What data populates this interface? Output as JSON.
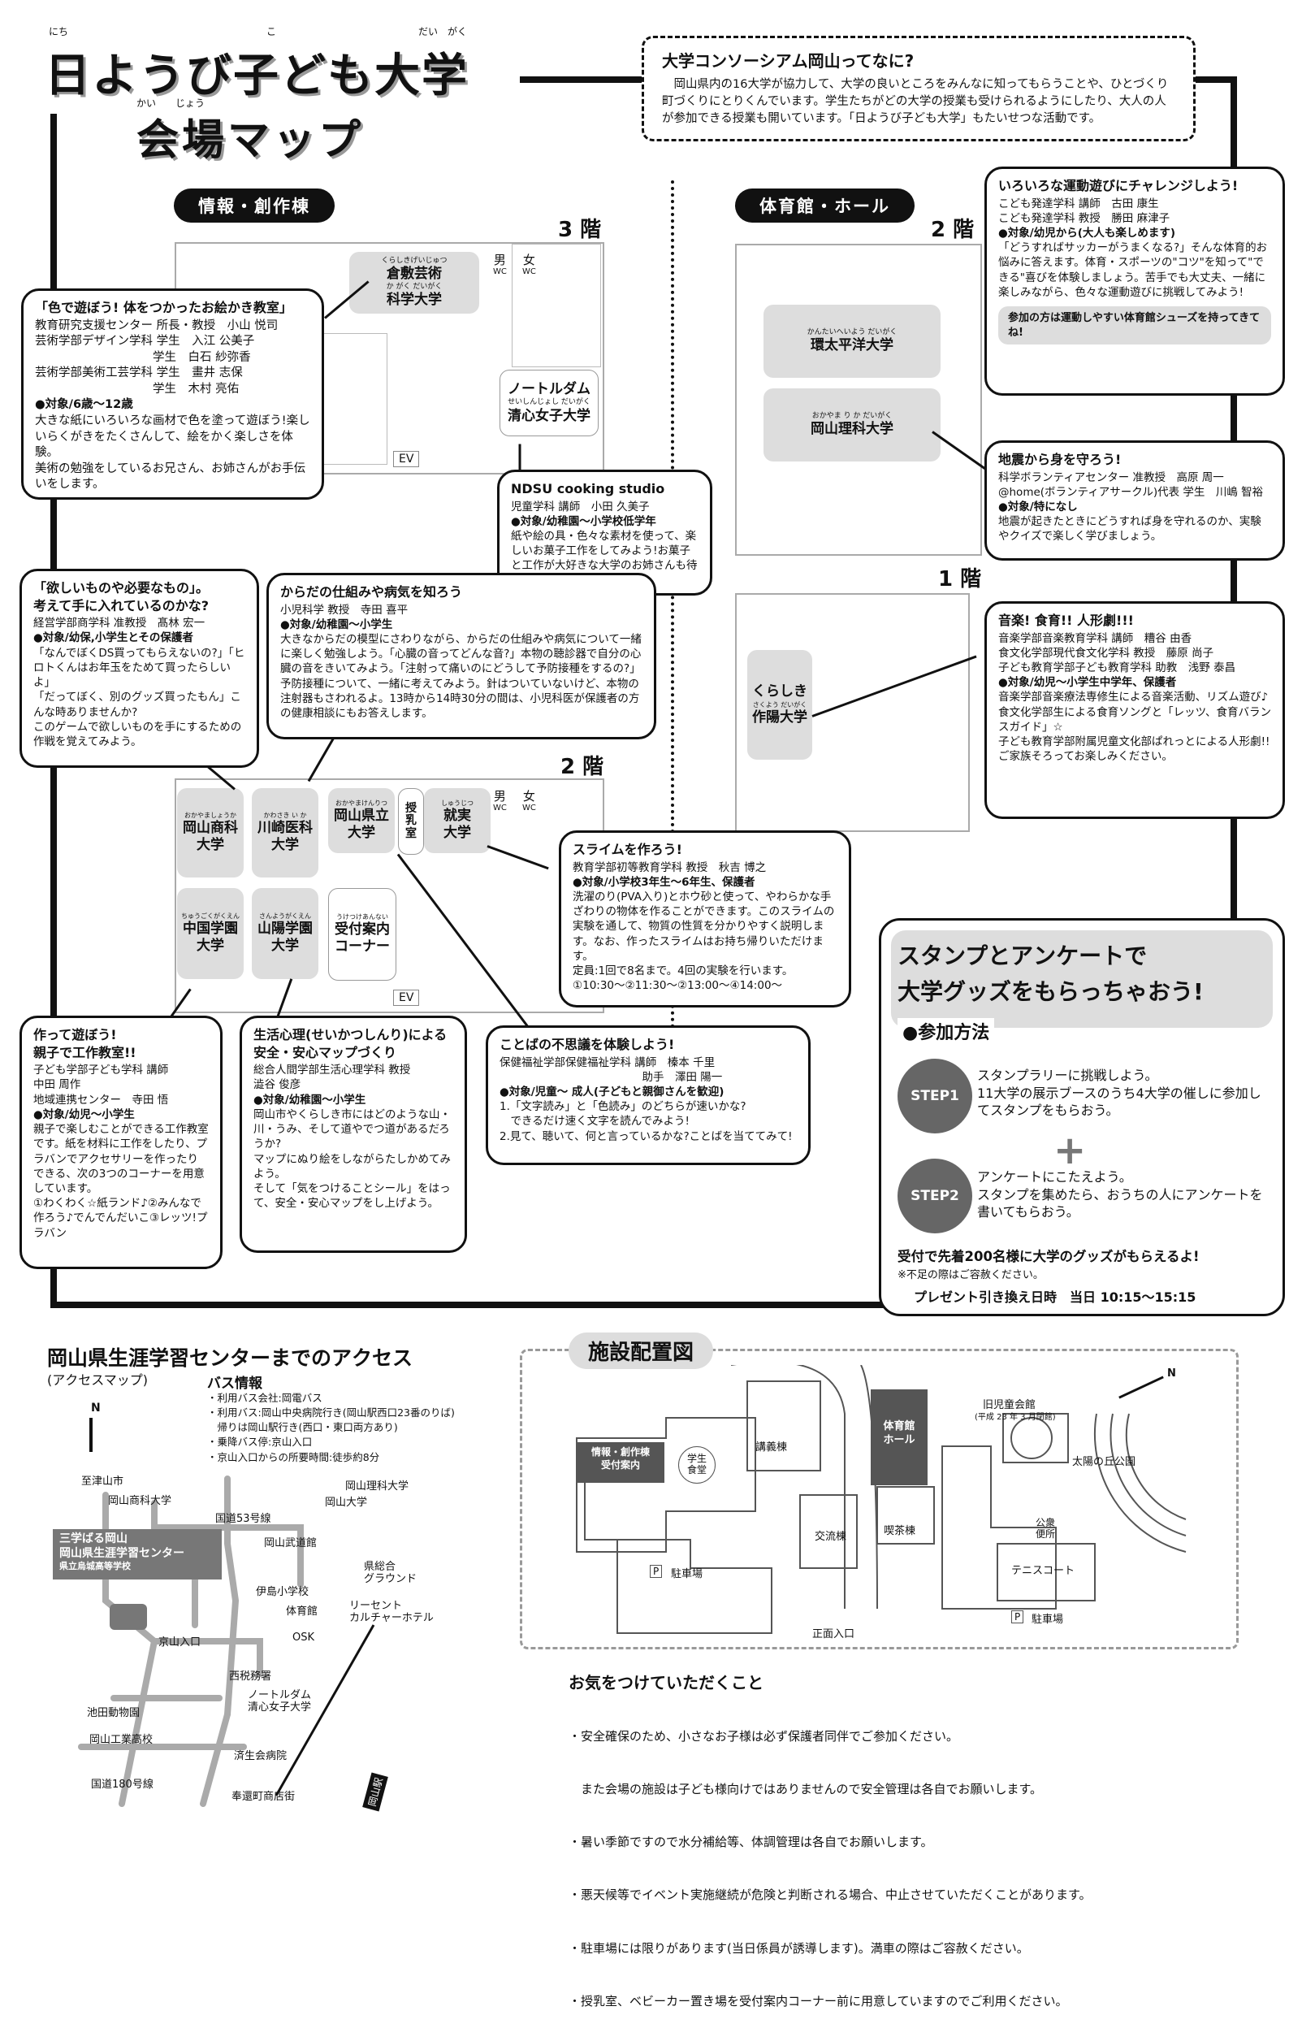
{
  "header": {
    "title_line1": "日ようび子ども大学",
    "title_line2": "会場マップ",
    "ruby_nichi": "にち",
    "ruby_ko": "こ",
    "ruby_daigaku": "だい　がく",
    "ruby_kaijou": "かい　　じょう"
  },
  "consortium": {
    "title": "大学コンソーシアム岡山ってなに?",
    "body": "岡山県内の16大学が協力して、大学の良いところをみんなに知ってもらうことや、ひとづくり町づくりにとりくんでいます。学生たちがどの大学の授業も受けられるようにしたり、大人の人が参加できる授業も開いています。「日ようび子ども大学」もたいせつな活動です。"
  },
  "sections": {
    "left": "情報・創作棟",
    "right": "体育館・ホール"
  },
  "floors": {
    "left_3": "3 階",
    "left_2": "2 階",
    "right_2": "2 階",
    "right_1": "1 階"
  },
  "rooms": {
    "kurashiki_geijutsu": {
      "ruby": "くらしきげいじゅつ",
      "line1": "倉敷芸術",
      "ruby2": "か がく だいがく",
      "line2": "科学大学"
    },
    "notre_dame": {
      "line1": "ノートルダム",
      "ruby": "せいしんじょし だいがく",
      "line2": "清心女子大学"
    },
    "kantaiheiyo": {
      "ruby": "かんたいへいよう だいがく",
      "line1": "環太平洋大学"
    },
    "okayama_rika": {
      "ruby": "おかやま り か だいがく",
      "line1": "岡山理科大学"
    },
    "kurashiki_sakuyo": {
      "line1": "くらしき",
      "ruby": "さくよう だいがく",
      "line2": "作陽大学"
    },
    "okayama_shoka": {
      "ruby": "おかやましょうか",
      "line1": "岡山商科",
      "line2": "大学"
    },
    "kawasaki_ika": {
      "ruby": "かわさき い か",
      "line1": "川崎医科",
      "line2": "大学"
    },
    "okayama_kenritsu": {
      "ruby": "おかやまけんりつ",
      "line1": "岡山県立",
      "line2": "大学"
    },
    "junyu": {
      "line1": "授\n乳\n室"
    },
    "shujitsu": {
      "ruby": "しゅうじつ",
      "line1": "就実",
      "line2": "大学"
    },
    "chugoku_gakuen": {
      "ruby": "ちゅうごくがくえん",
      "line1": "中国学園",
      "line2": "大学"
    },
    "sanyo_gakuen": {
      "ruby": "さんようがくえん",
      "line1": "山陽学園",
      "line2": "大学"
    },
    "uketsuke": {
      "ruby": "うけつけあんない",
      "line1": "受付案内",
      "line2": "コーナー"
    }
  },
  "wc": {
    "male": "男",
    "female": "女",
    "label": "WC"
  },
  "ev": "EV",
  "bubbles": {
    "oekaki": {
      "title": "「色で遊ぼう! 体をつかったお絵かき教室」",
      "lines": [
        "教育研究支援センター 所長・教授　小山 悦司",
        "芸術学部デザイン学科 学生　入江 公美子",
        "　　　　　　　　　　学生　白石 紗弥香",
        "芸術学部美術工芸学科 学生　畫井 志保",
        "　　　　　　　　　　学生　木村 亮佑",
        "●対象/6歳〜12歳",
        "大きな紙にいろいろな画材で色を塗って遊ぼう!楽しいらくがきをたくさんして、絵をかく楽しさを体験。",
        "美術の勉強をしているお兄さん、お姉さんがお手伝いをします。"
      ]
    },
    "ndsu": {
      "title": "NDSU cooking studio",
      "lines": [
        "児童学科 講師　小田 久美子",
        "●対象/幼稚園〜小学校低学年",
        "紙や絵の具・色々な素材を使って、楽しいお菓子工作をしてみよう!お菓子と工作が大好きな大学のお姉さんも待っているよ。"
      ]
    },
    "hoshii": {
      "title": "「欲しいものや必要なもの」。\n考えて手に入れているのかな?",
      "lines": [
        "経営学部商学科 准教授　髙林 宏一",
        "●対象/幼保,小学生とその保護者",
        "「なんでぼくDS買ってもらえないの?」「ヒロトくんはお年玉をためて買ったらしいよ」",
        "「だってぼく、別のグッズ買ったもん」こんな時ありませんか?",
        "このゲームで欲しいものを手にするための作戦を覚えてみよう。"
      ]
    },
    "karada": {
      "title": "からだの仕組みや病気を知ろう",
      "lines": [
        "小児科学 教授　寺田 喜平",
        "●対象/幼稚園〜小学生",
        "大きなからだの模型にさわりながら、からだの仕組みや病気について一緒に楽しく勉強しよう。「心臓の音ってどんな音?」本物の聴診器で自分の心臓の音をきいてみよう。「注射って痛いのにどうして予防接種をするの?」予防接種について、一緒に考えてみよう。針はついていないけど、本物の注射器もさわれるよ。13時から14時30分の間は、小児科医が保護者の方の健康相談にもお答えします。"
      ]
    },
    "undo": {
      "title": "いろいろな運動遊びにチャレンジしよう!",
      "lines": [
        "こども発達学科 講師　古田 康生",
        "こども発達学科 教授　勝田 麻津子",
        "●対象/幼児から(大人も楽しめます)",
        "「どうすればサッカーがうまくなる?」そんな体育的お悩みに答えます。体育・スポーツの\"コツ\"を知って\"できる\"喜びを体験しましょう。苦手でも大丈夫、一緒に楽しみながら、色々な運動遊びに挑戦してみよう!"
      ],
      "note": "参加の方は運動しやすい体育館シューズを持ってきてね!"
    },
    "jishin": {
      "title": "地震から身を守ろう!",
      "lines": [
        "科学ボランティアセンター 准教授　高原 周一",
        "@home(ボランティアサークル)代表 学生　川嶋 智裕",
        "●対象/特になし",
        "地震が起きたときにどうすれば身を守れるのか、実験やクイズで楽しく学びましょう。"
      ]
    },
    "ongaku": {
      "title": "音楽! 食育!! 人形劇!!!",
      "lines": [
        "音楽学部音楽教育学科 講師　糟谷 由香",
        "食文化学部現代食文化学科 教授　藤原 尚子",
        "子ども教育学部子ども教育学科 助教　浅野 泰昌",
        "●対象/幼児〜小学生中学年、保護者",
        "音楽学部音楽療法専修生による音楽活動、リズム遊び♪",
        "食文化学部生による食育ソングと「レッツ、食育バランスガイド」☆",
        "子ども教育学部附属児童文化部ぱれっとによる人形劇!!",
        "ご家族そろってお楽しみください。"
      ]
    },
    "slime": {
      "title": "スライムを作ろう!",
      "lines": [
        "教育学部初等教育学科 教授　秋吉 博之",
        "●対象/小学校3年生〜6年生、保護者",
        "洗濯のり(PVA入り)とホウ砂と使って、やわらかな手ざわりの物体を作ることができます。このスライムの実験を通して、物質の性質を分かりやすく説明します。なお、作ったスライムはお持ち帰りいただけます。",
        "定員:1回で8名まで。4回の実験を行います。",
        "①10:30〜②11:30〜②13:00〜④14:00〜"
      ]
    },
    "kosaku": {
      "title": "作って遊ぼう!\n親子で工作教室!!",
      "lines": [
        "子ども学部子ども学科 講師",
        "中田 周作",
        "地域連携センター　寺田 悟",
        "●対象/幼児〜小学生",
        "親子で楽しむことができる工作教室です。紙を材料に工作をしたり、プラバンでアクセサリーを作ったりできる、次の3つのコーナーを用意しています。",
        "①わくわく☆紙ランド♪②みんなで作ろう♪でんでんだいこ③レッツ!プラバン"
      ]
    },
    "seikatsu": {
      "title": "生活心理(せいかつしんり)による安全・安心マップづくり",
      "lines": [
        "総合人間学部生活心理学科 教授",
        "澁谷 俊彦",
        "●対象/幼稚園〜小学生",
        "岡山市やくらしき市にはどのような山・川・うみ、そして道やでつ道があるだろうか?",
        "マップにぬり絵をしながらたしかめてみよう。",
        "そして「気をつけることシール」をはって、安全・安心マップをし上げよう。"
      ]
    },
    "kotoba": {
      "title": "ことばの不思議を体験しよう!",
      "lines": [
        "保健福祉学部保健福祉学科 講師　榛本 千里",
        "　　　　　　　　　　　　　助手　澤田 陽一",
        "●対象/児童〜 成人(子どもと親御さんを歓迎)",
        "1.「文字読み」と「色読み」のどちらが速いかな?",
        "　できるだけ速く文字を読んでみよう!",
        "2.見て、聴いて、何と言っているかな?ことばを当ててみて!"
      ]
    }
  },
  "stamp": {
    "title_line1": "スタンプとアンケートで",
    "title_line2": "大学グッズをもらっちゃおう!",
    "how": "●参加方法",
    "step1_label": "STEP1",
    "step1_text": "スタンプラリーに挑戦しよう。\n11大学の展示ブースのうち4大学の催しに参加してスタンプをもらおう。",
    "plus": "+",
    "step2_label": "STEP2",
    "step2_text": "アンケートにこたえよう。\nスタンプを集めたら、おうちの人にアンケートを書いてもらおう。",
    "prize": "受付で先着200名様に大学のグッズがもらえるよ!",
    "note": "※不足の際はご容赦ください。",
    "exchange": "プレゼント引き換え日時　当日 10:15〜15:15"
  },
  "access": {
    "title": "岡山県生涯学習センターまでのアクセス",
    "subtitle": "(アクセスマップ)",
    "bus_title": "バス情報",
    "bus_lines": [
      "・利用バス会社:岡電バス",
      "・利用バス:岡山中央病院行き(岡山駅西口23番のりば)",
      "　帰りは岡山駅行き(西口・東口両方あり)",
      "・乗降バス停:京山入口",
      "・京山入口からの所要時間:徒歩約8分"
    ],
    "center_name1": "三学ばる岡山",
    "center_name2": "岡山県生涯学習センター",
    "center_name3": "県立烏城高等学校",
    "north": "N",
    "labels": {
      "shitsuyama": "至津山市",
      "shoka": "岡山商科大学",
      "route53": "国道53号線",
      "rika": "岡山理科大学",
      "okadai": "岡山大学",
      "budokan": "岡山武道館",
      "ijima": "伊島小学校",
      "ground": "県総合\nグラウンド",
      "taiikukan": "体育館",
      "resort": "リーセント\nカルチャーホテル",
      "kyoyama": "京山入口",
      "osk": "OSK",
      "nishizei": "西税務署",
      "notre": "ノートルダム\n清心女子大学",
      "ikeda": "池田動物園",
      "kogyo": "岡山工業高校",
      "saisei": "済生会病院",
      "route180": "国道180号線",
      "hoshikan": "奉還町商店街",
      "station": "岡山駅"
    }
  },
  "layout_map": {
    "title": "施設配置図",
    "labels": {
      "info": "情報・創作棟\n受付案内",
      "gakusei": "学生\n食堂",
      "kogi": "講義棟",
      "taiiku": "体育館\nホール",
      "kyuu": "旧児童会館",
      "kyuu_note": "(平成 23 年 3 月閉館)",
      "taiyou": "太陽の丘公園",
      "koryu": "交流棟",
      "kissa": "喫茶棟",
      "toilet": "公衆\n便所",
      "parking1": "駐車場",
      "tennis": "テニスコート",
      "parking2": "駐車場",
      "gate": "正面入口",
      "p": "P",
      "north": "N"
    }
  },
  "notice": {
    "title": "お気をつけていただくこと",
    "items": [
      "・安全確保のため、小さなお子様は必ず保護者同伴でご参加ください。",
      "　また会場の施設は子ども様向けではありませんので安全管理は各自でお願いします。",
      "・暑い季節ですので水分補給等、体調管理は各自でお願いします。",
      "・悪天候等でイベント実施継続が危険と判断される場合、中止させていただくことがあります。",
      "・駐車場には限りがあります(当日係員が誘導します)。満車の際はご容赦ください。",
      "・授乳室、ベビーカー置き場を受付案内コーナー前に用意していますのでご利用ください。"
    ]
  }
}
